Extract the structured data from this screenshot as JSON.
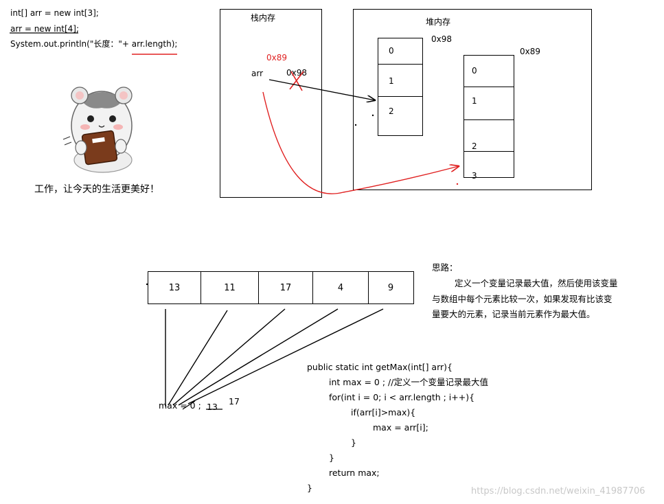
{
  "top_code": {
    "line1": "int[] arr = new int[3];",
    "line2": "arr = new int[4];",
    "line3": "System.out.println(\"长度：\"+ arr.length);"
  },
  "mascot": {
    "caption": "工作，让今天的生活更美好！"
  },
  "stack": {
    "title": "栈内存",
    "var_name": "arr",
    "new_address": "0x89",
    "old_address": "0x98"
  },
  "heap": {
    "title": "堆内存",
    "array1": {
      "address": "0x98",
      "indices": [
        "0",
        "1",
        "2"
      ]
    },
    "array2": {
      "address": "0x89",
      "indices": [
        "0",
        "1",
        "2",
        "3"
      ]
    }
  },
  "max_array": {
    "values": [
      "13",
      "11",
      "17",
      "4",
      "9"
    ]
  },
  "max_var": {
    "text": "max = 0 ;",
    "struck_value": "13",
    "new_value": "17"
  },
  "note": {
    "title": "思路：",
    "line1": "定义一个变量记录最大值，然后使用该变量",
    "line2": "与数组中每个元素比较一次，如果发现有比该变",
    "line3": "量要大的元素，记录当前元素作为最大值。"
  },
  "code": {
    "l1": "public static  int getMax(int[] arr){",
    "l2": "int max = 0 ;      //定义一个变量记录最大值",
    "l3": "for(int i = 0; i < arr.length ; i++){",
    "l4": "if(arr[i]>max){",
    "l5": "max = arr[i];",
    "l6": "}",
    "l7": "}",
    "l8": "return max;",
    "l9": "}"
  },
  "watermark": "https://blog.csdn.net/weixin_41987706",
  "colors": {
    "red": "#e02020",
    "black": "#000000",
    "watermark": "#c8c8c8"
  }
}
